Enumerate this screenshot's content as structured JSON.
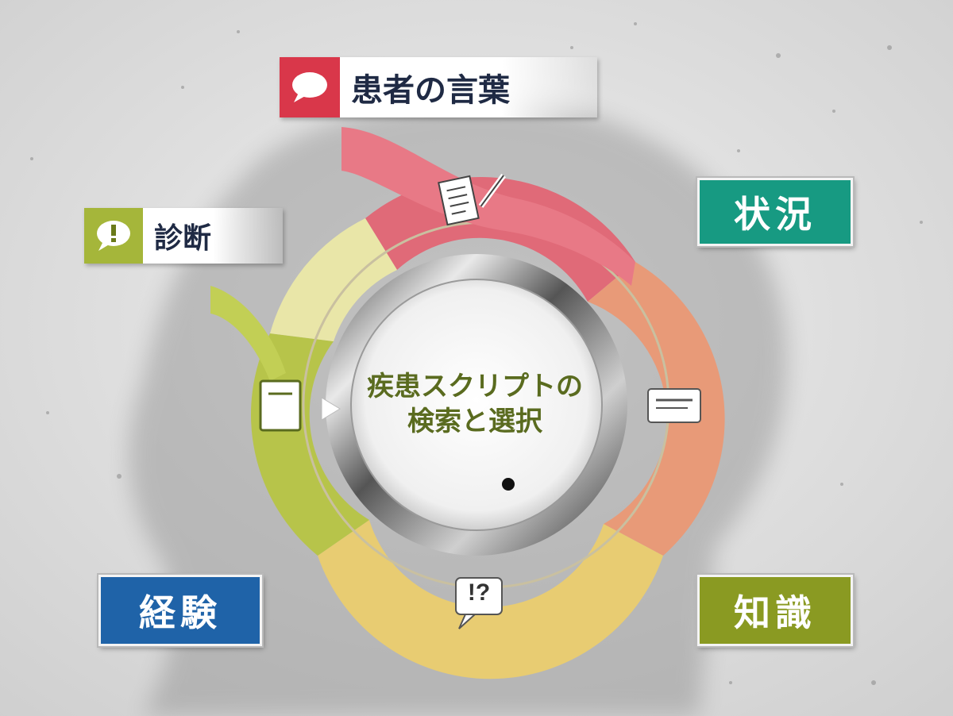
{
  "diagram": {
    "center_text_line1": "疾患スクリプトの",
    "center_text_line2": "検索と選択",
    "top_tag": {
      "label": "患者の言葉",
      "icon": "speech-bubble-icon"
    },
    "left_tag": {
      "label": "診断",
      "icon": "exclamation-bubble-icon"
    },
    "boxes": {
      "situation": "状況",
      "knowledge": "知識",
      "experience": "経験"
    },
    "arc_icons": [
      "document-pen-icon",
      "card-icon",
      "question-bubble-icon",
      "book-icon"
    ],
    "question_icon_text": "!?",
    "colors": {
      "pink": "#e06a78",
      "salmon": "#e89a78",
      "yellow": "#e8cc72",
      "green": "#b7c44a",
      "teal": "#179a82",
      "olive": "#8a9a22",
      "blue": "#1f63a8",
      "red_tag": "#d9374a",
      "green_tag": "#a5b63a"
    }
  }
}
